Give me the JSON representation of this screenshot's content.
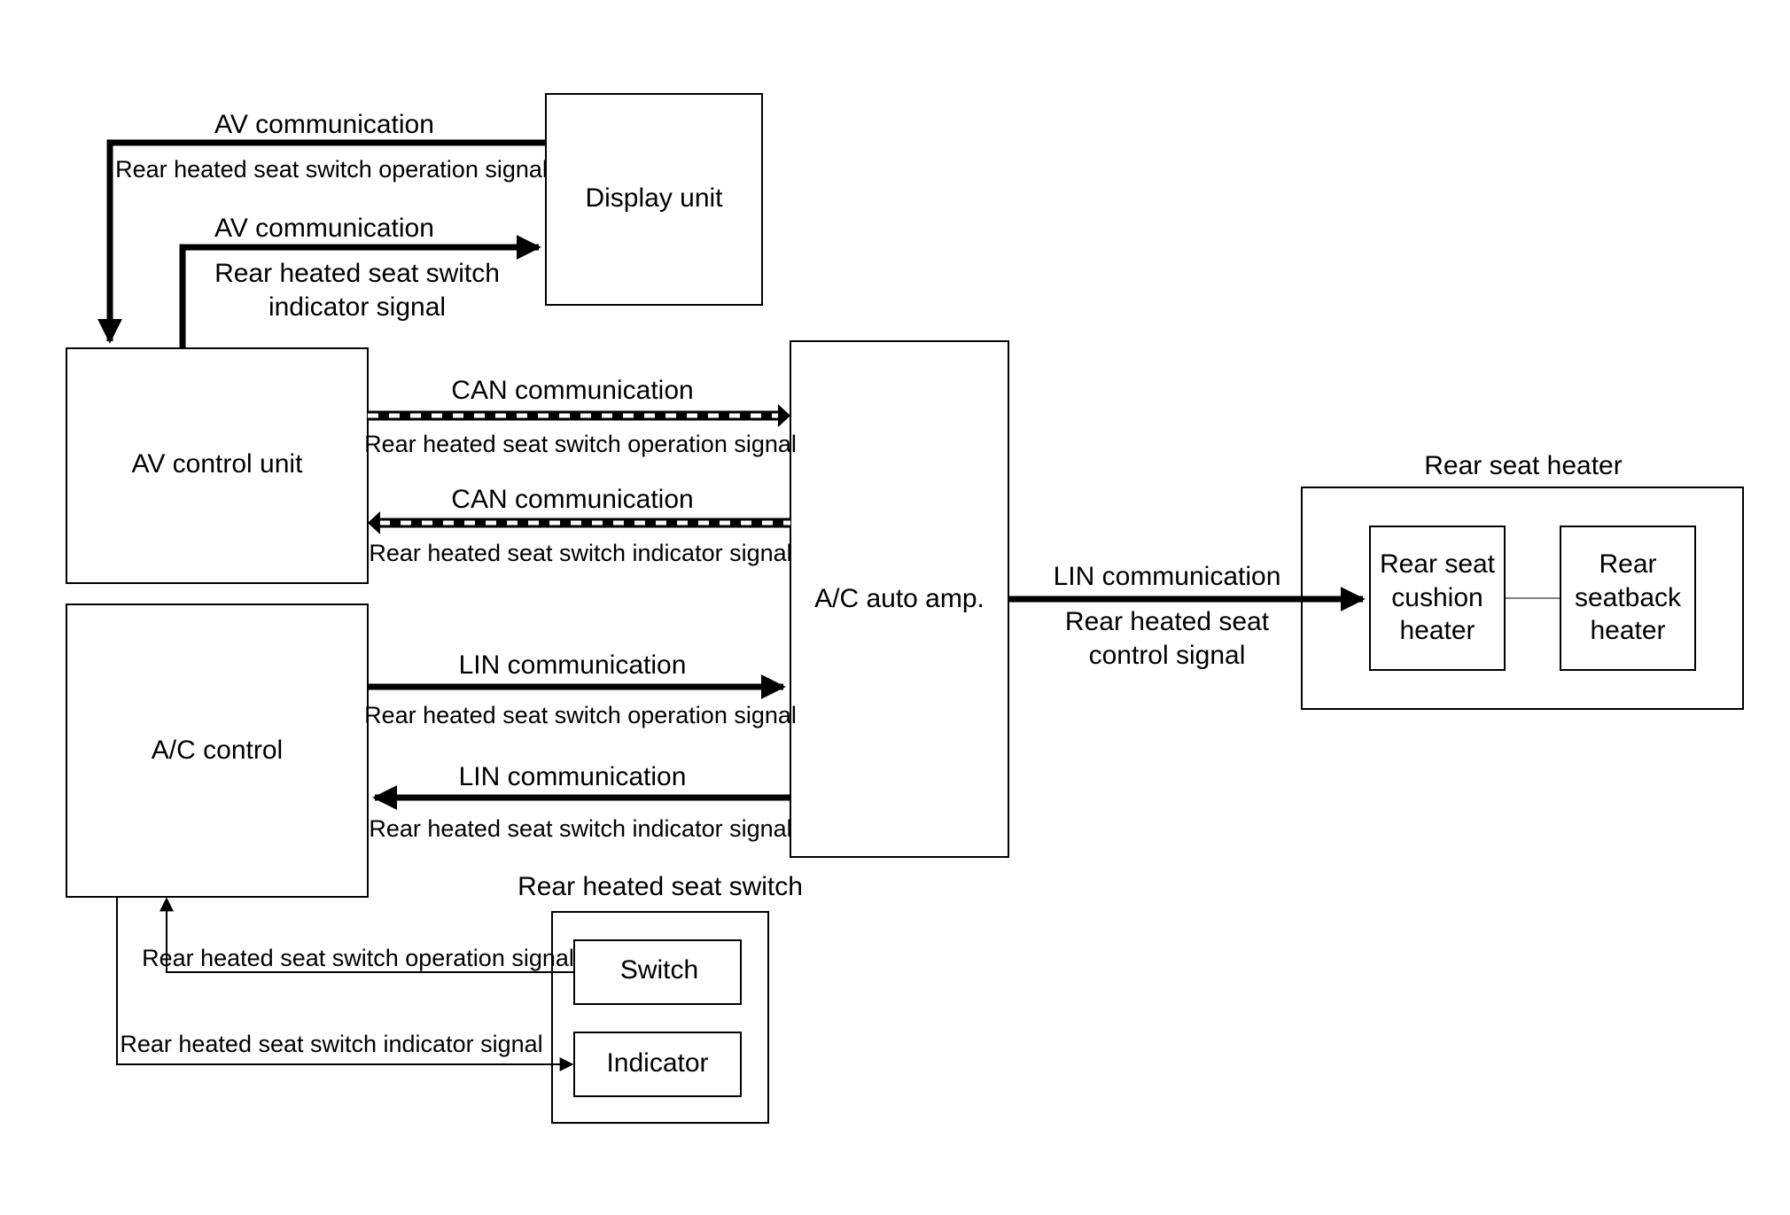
{
  "blocks": {
    "display_unit": "Display unit",
    "av_control_unit": "AV control unit",
    "ac_control": "A/C control",
    "ac_auto_amp": "A/C auto amp.",
    "rear_seat_heater": "Rear seat heater",
    "cushion_heater": [
      "Rear seat",
      "cushion",
      "heater"
    ],
    "seatback_heater": [
      "Rear",
      "seatback",
      "heater"
    ],
    "rear_heated_seat_switch": "Rear heated seat switch",
    "switch": "Switch",
    "indicator": "Indicator"
  },
  "signals": {
    "av_comm": "AV communication",
    "can_comm": "CAN communication",
    "lin_comm": "LIN communication",
    "switch_operation": "Rear heated seat switch operation signal",
    "switch_indicator": "Rear heated seat switch indicator signal",
    "indicator_two_line": [
      "Rear heated seat switch",
      "indicator signal"
    ],
    "control_two_line": [
      "Rear heated seat",
      "control signal"
    ]
  },
  "colors": {
    "line": "#000000",
    "background": "#ffffff"
  }
}
